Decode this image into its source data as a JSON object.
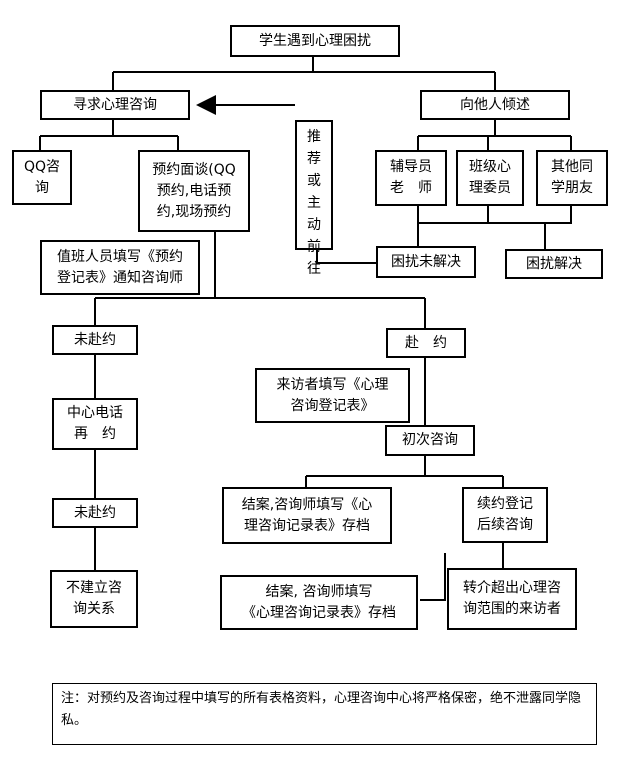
{
  "nodes": {
    "start": "学生遇到心理困扰",
    "seek_help": "寻求心理咨询",
    "confide": "向他人倾述",
    "qq": "QQ咨\n询",
    "appointment": "预约面谈(QQ\n预约,电话预\n约,现场预约",
    "recommend": "推\n荐\n或\n主\n动\n前\n往",
    "counselor": "辅导员\n老　师",
    "class_committee": "班级心\n理委员",
    "friends": "其他同\n学朋友",
    "duty_staff": "值班人员填写《预约\n登记表》通知咨询师",
    "unresolved": "困扰未解决",
    "resolved": "困扰解决",
    "no_show_1": "未赴约",
    "attend": "赴　约",
    "visitor_form": "来访者填写《心理\n咨询登记表》",
    "phone_reschedule": "中心电话\n再　约",
    "first_consult": "初次咨询",
    "no_show_2": "未赴约",
    "close_case_1": "结案,咨询师填写《心\n理咨询记录表》存档",
    "continue": "续约登记\n后续咨询",
    "no_relationship": "不建立咨\n询关系",
    "close_case_2": "结案, 咨询师填写\n《心理咨询记录表》存档",
    "referral": "转介超出心理咨\n询范围的来访者"
  },
  "note": "注：对预约及咨询过程中填写的所有表格资料，心理咨询中心将严格保密，绝不泄露同学隐私。"
}
